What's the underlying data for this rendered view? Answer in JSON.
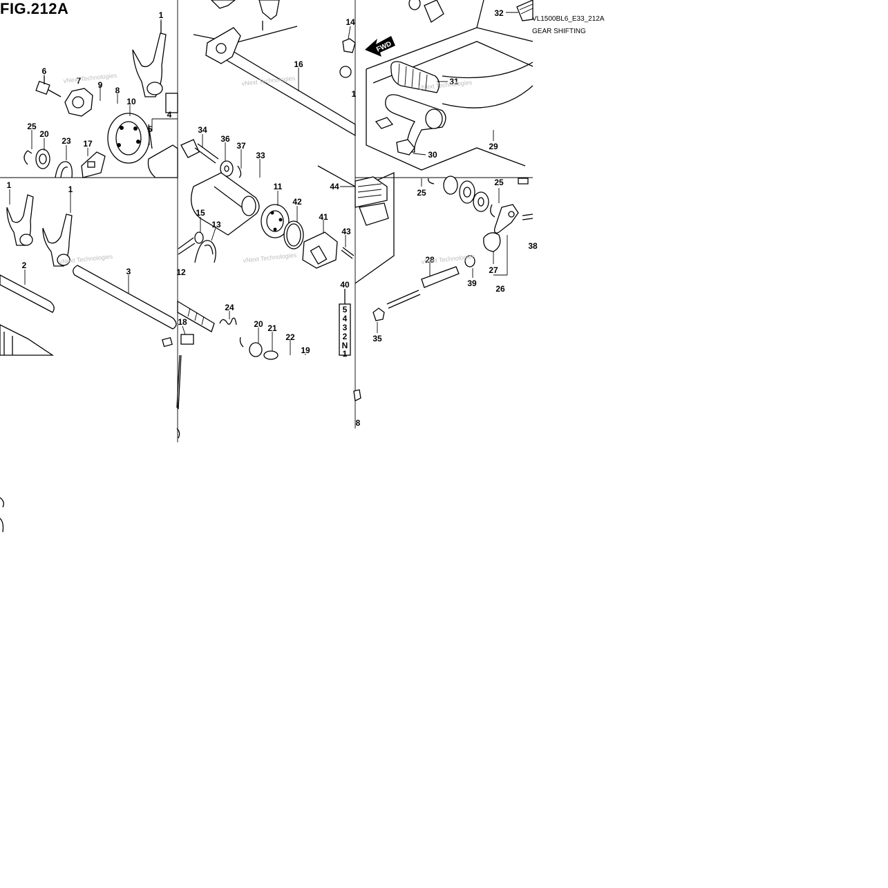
{
  "header": {
    "figure_title": "FIG.212A",
    "model_code": "VL1500BL6_E33_212A",
    "section_name": "GEAR SHIFTING"
  },
  "diagram": {
    "direction_arrow_label": "FWD",
    "watermark": "vNext Technologies",
    "gear_indicator": [
      "5",
      "4",
      "3",
      "2",
      "N",
      "1"
    ],
    "callouts": [
      {
        "label": "1"
      },
      {
        "label": "6"
      },
      {
        "label": "7"
      },
      {
        "label": "9"
      },
      {
        "label": "8"
      },
      {
        "label": "10"
      },
      {
        "label": "4"
      },
      {
        "label": "5"
      },
      {
        "label": "25"
      },
      {
        "label": "20"
      },
      {
        "label": "23"
      },
      {
        "label": "17"
      },
      {
        "label": "1"
      },
      {
        "label": "1"
      },
      {
        "label": "2"
      },
      {
        "label": "3"
      },
      {
        "label": "16"
      },
      {
        "label": "34"
      },
      {
        "label": "36"
      },
      {
        "label": "37"
      },
      {
        "label": "33"
      },
      {
        "label": "11"
      },
      {
        "label": "42"
      },
      {
        "label": "41"
      },
      {
        "label": "15"
      },
      {
        "label": "13"
      },
      {
        "label": "12"
      },
      {
        "label": "43"
      },
      {
        "label": "44"
      },
      {
        "label": "24"
      },
      {
        "label": "20"
      },
      {
        "label": "21"
      },
      {
        "label": "22"
      },
      {
        "label": "19"
      },
      {
        "label": "18"
      },
      {
        "label": "14"
      },
      {
        "label": "1"
      },
      {
        "label": "32"
      },
      {
        "label": "31"
      },
      {
        "label": "30"
      },
      {
        "label": "29"
      },
      {
        "label": "25"
      },
      {
        "label": "25"
      },
      {
        "label": "38"
      },
      {
        "label": "28"
      },
      {
        "label": "27"
      },
      {
        "label": "39"
      },
      {
        "label": "26"
      },
      {
        "label": "35"
      },
      {
        "label": "40"
      },
      {
        "label": "8"
      }
    ]
  }
}
